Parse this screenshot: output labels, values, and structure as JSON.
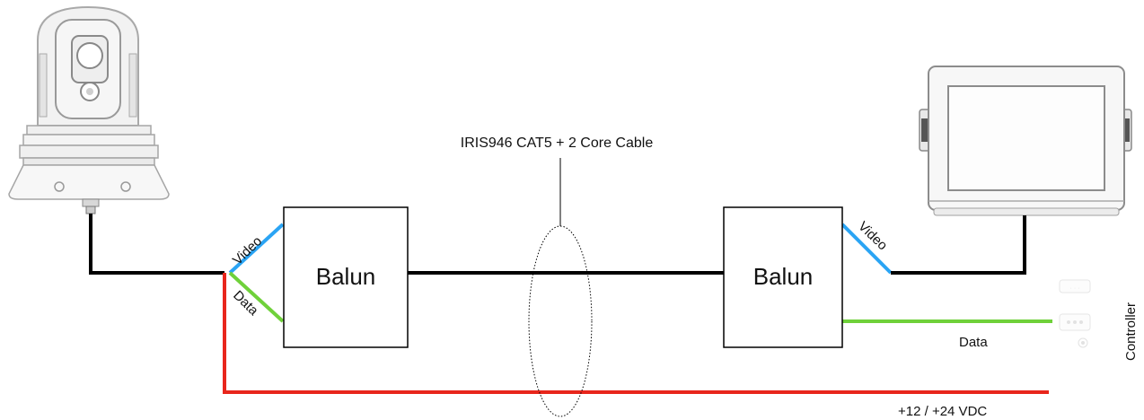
{
  "cable_label": "IRIS946 CAT5 + 2 Core Cable",
  "balun_left_label": "Balun",
  "balun_right_label": "Balun",
  "video_left_label": "Video",
  "data_left_label": "Data",
  "video_right_label": "Video",
  "data_right_label": "Data",
  "power_label": "+12 / +24 VDC",
  "controller_label": "Controller",
  "colors": {
    "video_wire": "#2aa4f4",
    "data_wire": "#6fd13a",
    "power_wire": "#e8261c",
    "cable": "#000000"
  }
}
